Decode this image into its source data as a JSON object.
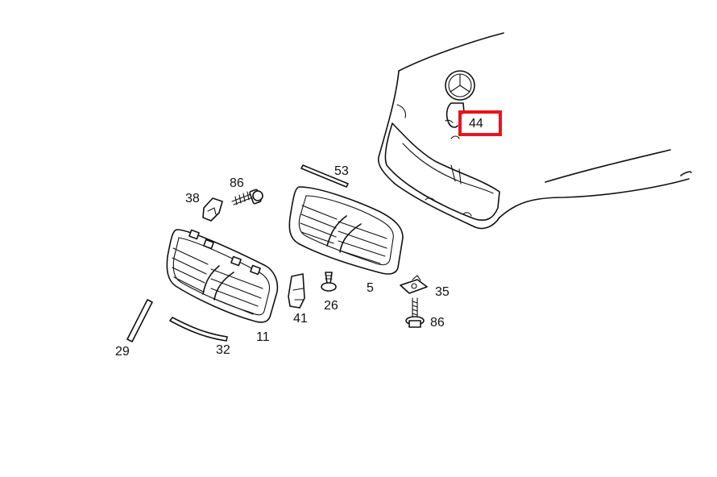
{
  "diagram": {
    "labels": {
      "p44": "44",
      "p53": "53",
      "p86a": "86",
      "p38": "38",
      "p5": "5",
      "p35": "35",
      "p26": "26",
      "p86b": "86",
      "p41": "41",
      "p29": "29",
      "p32": "32",
      "p11": "11"
    },
    "highlight_color": "#e8141b",
    "line_color": "#111111"
  }
}
